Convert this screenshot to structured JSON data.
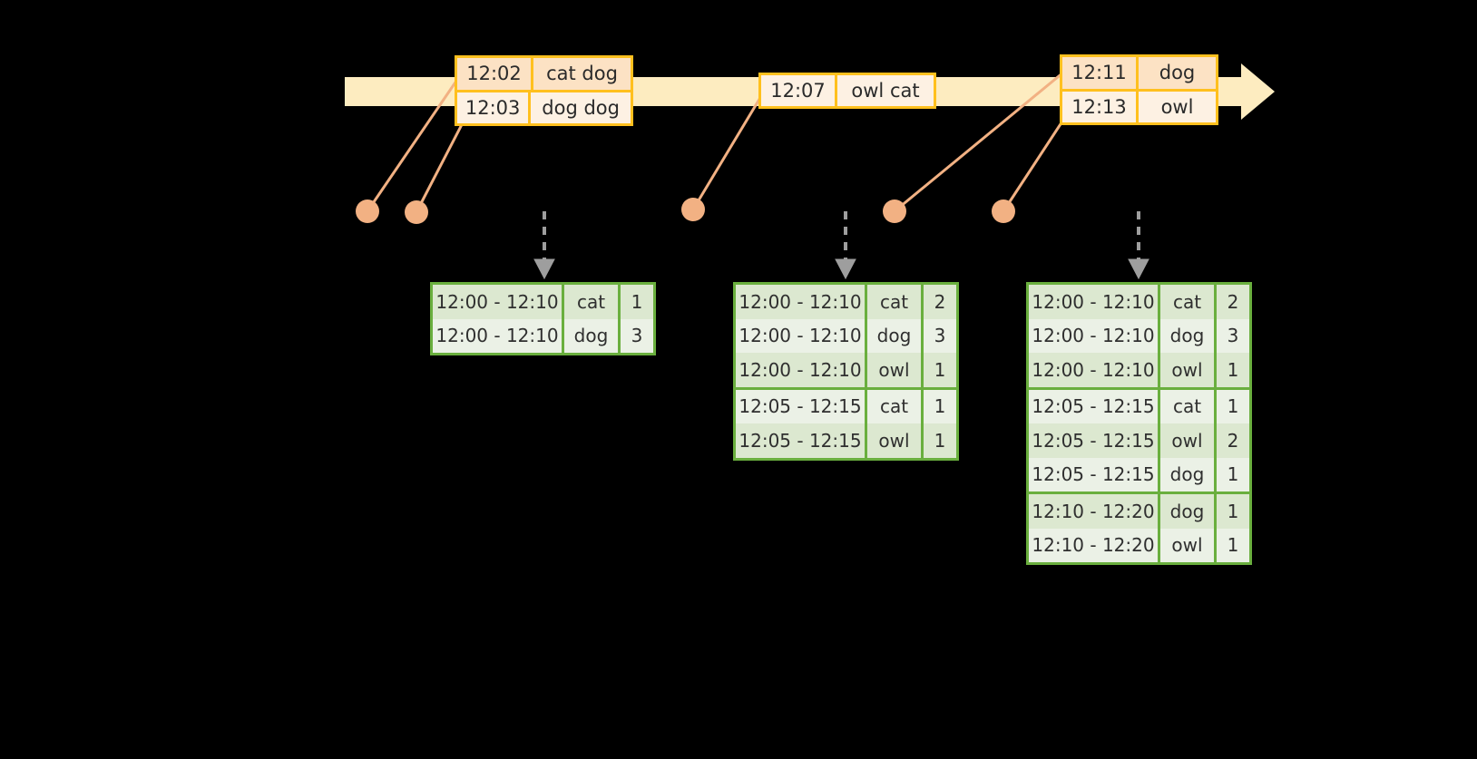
{
  "timeline": {
    "bar_color": "#fdecc0",
    "border_color": "#ffc01e",
    "events": [
      {
        "id": "event-group-1",
        "rows": [
          {
            "time": "12:02",
            "words": "cat dog"
          },
          {
            "time": "12:03",
            "words": "dog dog"
          }
        ]
      },
      {
        "id": "event-group-2",
        "rows": [
          {
            "time": "12:07",
            "words": "owl cat"
          }
        ]
      },
      {
        "id": "event-group-3",
        "rows": [
          {
            "time": "12:11",
            "words": "dog"
          },
          {
            "time": "12:13",
            "words": "owl"
          }
        ]
      }
    ]
  },
  "dot_color": "#f2b183",
  "arrow_color": "#9e9e9e",
  "table_border_color": "#6aaf3e",
  "tables": [
    {
      "id": "result-table-1",
      "rows": [
        {
          "window": "12:00 - 12:10",
          "key": "cat",
          "count": "1",
          "shade": "a"
        },
        {
          "window": "12:00 - 12:10",
          "key": "dog",
          "count": "3",
          "shade": "b"
        }
      ]
    },
    {
      "id": "result-table-2",
      "rows": [
        {
          "window": "12:00 - 12:10",
          "key": "cat",
          "count": "2",
          "shade": "a"
        },
        {
          "window": "12:00 - 12:10",
          "key": "dog",
          "count": "3",
          "shade": "b"
        },
        {
          "window": "12:00 - 12:10",
          "key": "owl",
          "count": "1",
          "shade": "a"
        },
        {
          "window": "12:05 - 12:15",
          "key": "cat",
          "count": "1",
          "shade": "b",
          "group_start": true
        },
        {
          "window": "12:05 - 12:15",
          "key": "owl",
          "count": "1",
          "shade": "a"
        }
      ]
    },
    {
      "id": "result-table-3",
      "rows": [
        {
          "window": "12:00 - 12:10",
          "key": "cat",
          "count": "2",
          "shade": "a"
        },
        {
          "window": "12:00 - 12:10",
          "key": "dog",
          "count": "3",
          "shade": "b"
        },
        {
          "window": "12:00 - 12:10",
          "key": "owl",
          "count": "1",
          "shade": "a"
        },
        {
          "window": "12:05 - 12:15",
          "key": "cat",
          "count": "1",
          "shade": "b",
          "group_start": true
        },
        {
          "window": "12:05 - 12:15",
          "key": "owl",
          "count": "2",
          "shade": "a"
        },
        {
          "window": "12:05 - 12:15",
          "key": "dog",
          "count": "1",
          "shade": "b"
        },
        {
          "window": "12:10 - 12:20",
          "key": "dog",
          "count": "1",
          "shade": "a",
          "group_start": true
        },
        {
          "window": "12:10 - 12:20",
          "key": "owl",
          "count": "1",
          "shade": "b"
        }
      ]
    }
  ]
}
